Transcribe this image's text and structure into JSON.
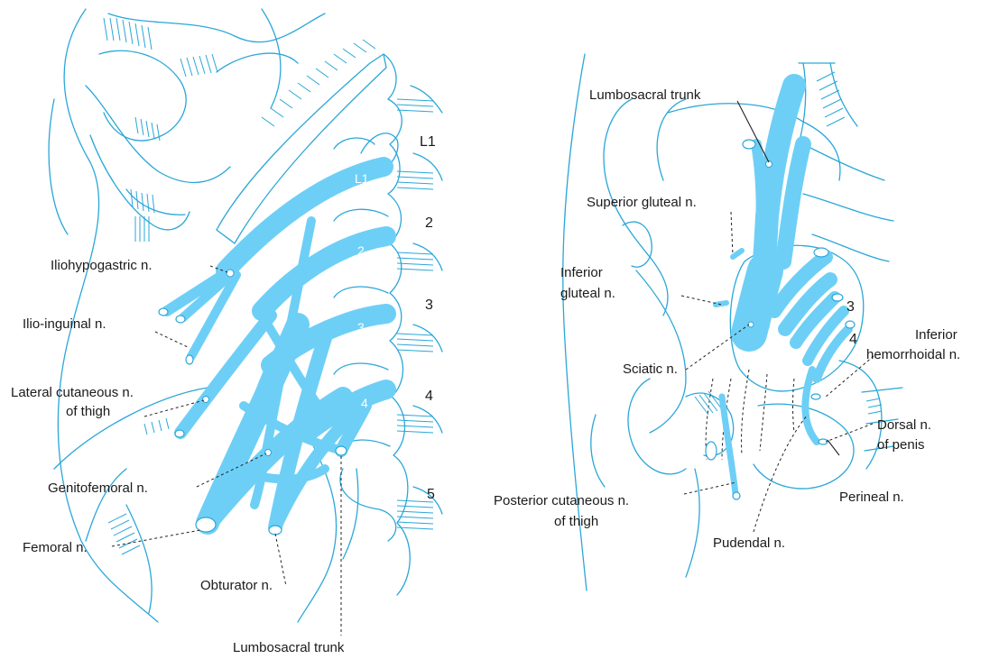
{
  "left_panel": {
    "vertebra_labels": [
      "L1",
      "2",
      "3",
      "4",
      "5"
    ],
    "root_numbers": [
      "L1",
      "2",
      "3",
      "4"
    ],
    "labels": {
      "iliohypogastric": "Iliohypogastric n.",
      "ilioinguinal": "Ilio-inguinal n.",
      "lateral_cutaneous_1": "Lateral cutaneous n.",
      "lateral_cutaneous_2": "of thigh",
      "genitofemoral": "Genitofemoral n.",
      "femoral": "Femoral n.",
      "obturator": "Obturator n.",
      "lumbosacral_trunk": "Lumbosacral trunk"
    }
  },
  "right_panel": {
    "root_numbers": [
      "3",
      "4"
    ],
    "labels": {
      "lumbosacral_trunk": "Lumbosacral trunk",
      "superior_gluteal": "Superior gluteal n.",
      "inferior_gluteal_1": "Inferior",
      "inferior_gluteal_2": "gluteal n.",
      "sciatic": "Sciatic n.",
      "inferior_hemorrhoidal_1": "Inferior",
      "inferior_hemorrhoidal_2": "hemorrhoidal n.",
      "dorsal_penis_1": "Dorsal n.",
      "dorsal_penis_2": "of penis",
      "perineal": "Perineal n.",
      "posterior_cutaneous_1": "Posterior cutaneous n.",
      "posterior_cutaneous_2": "of thigh",
      "pudendal": "Pudendal n."
    }
  }
}
